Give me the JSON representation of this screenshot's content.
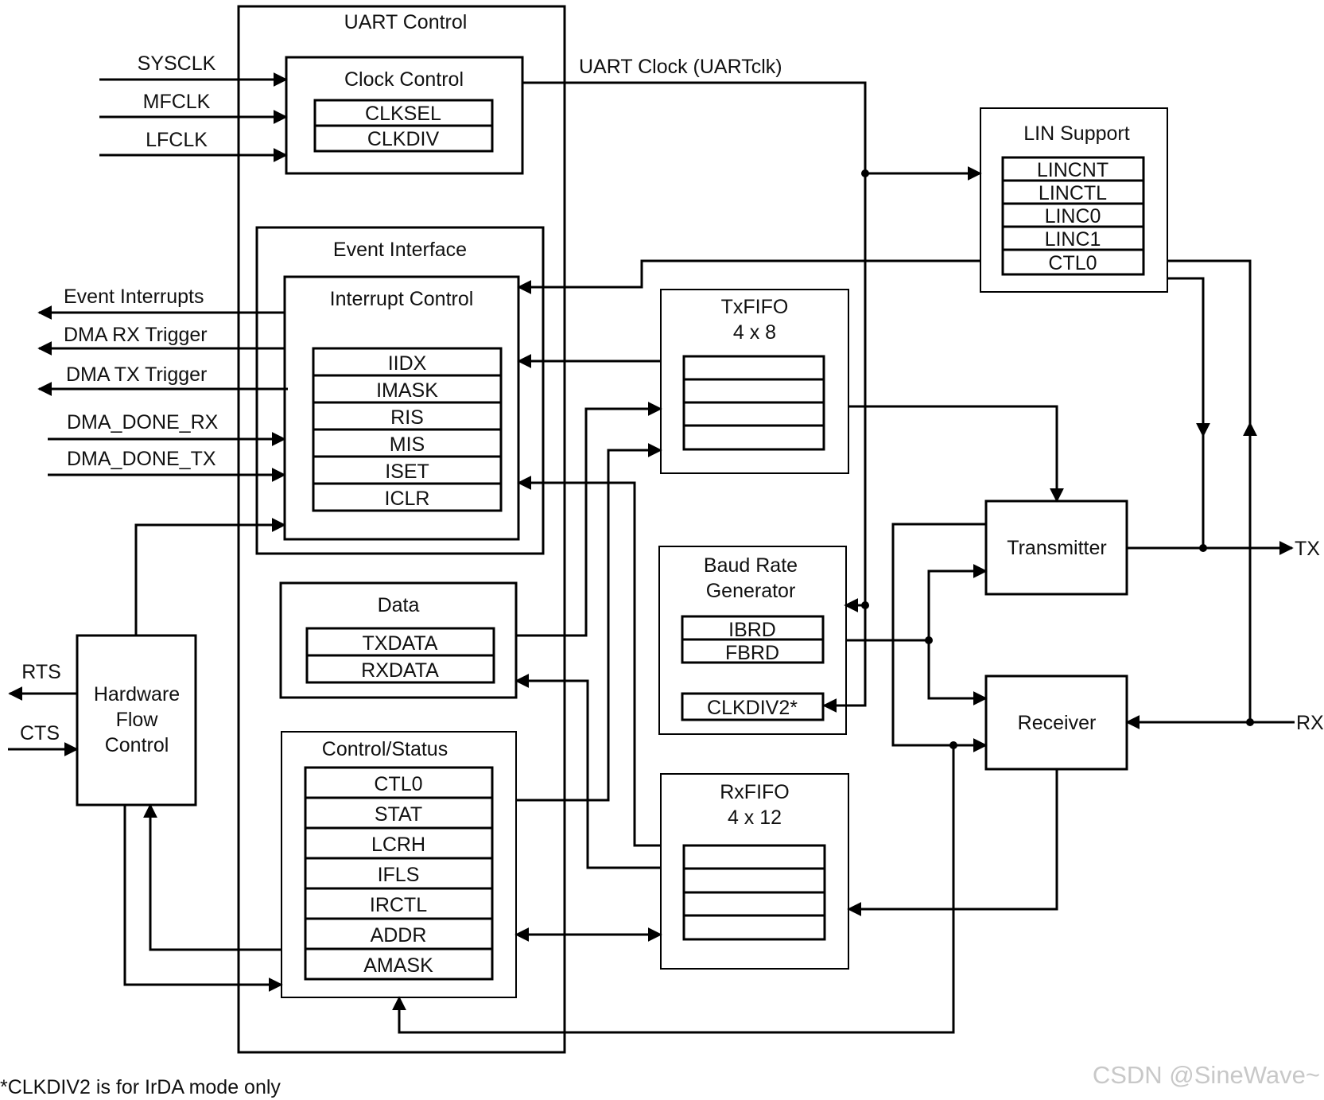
{
  "uart_control": {
    "title": "UART Control",
    "clock_control": {
      "title": "Clock Control",
      "registers": [
        "CLKSEL",
        "CLKDIV"
      ]
    },
    "event_interface": {
      "title": "Event Interface",
      "interrupt_control": {
        "title": "Interrupt Control",
        "registers": [
          "IIDX",
          "IMASK",
          "RIS",
          "MIS",
          "ISET",
          "ICLR"
        ]
      }
    },
    "data": {
      "title": "Data",
      "registers": [
        "TXDATA",
        "RXDATA"
      ]
    },
    "control_status": {
      "title": "Control/Status",
      "registers": [
        "CTL0",
        "STAT",
        "LCRH",
        "IFLS",
        "IRCTL",
        "ADDR",
        "AMASK"
      ]
    }
  },
  "clock_inputs": [
    "SYSCLK",
    "MFCLK",
    "LFCLK"
  ],
  "event_signals": [
    "Event Interrupts",
    "DMA RX Trigger",
    "DMA TX Trigger",
    "DMA_DONE_RX",
    "DMA_DONE_TX"
  ],
  "uart_clock_label": "UART Clock (UARTclk)",
  "lin_support": {
    "title": "LIN Support",
    "registers": [
      "LINCNT",
      "LINCTL",
      "LINC0",
      "LINC1",
      "CTL0"
    ]
  },
  "txfifo": {
    "title": "TxFIFO",
    "size": "4 x 8"
  },
  "rxfifo": {
    "title": "RxFIFO",
    "size": "4 x 12"
  },
  "baud_rate_generator": {
    "title_line1": "Baud Rate",
    "title_line2": "Generator",
    "registers": [
      "IBRD",
      "FBRD"
    ],
    "clkdiv2": "CLKDIV2*"
  },
  "transmitter": "Transmitter",
  "receiver": "Receiver",
  "hardware_flow_control": {
    "line1": "Hardware",
    "line2": "Flow",
    "line3": "Control"
  },
  "pins": {
    "tx": "TX",
    "rx": "RX",
    "rts": "RTS",
    "cts": "CTS"
  },
  "footnote": "*CLKDIV2 is for IrDA mode only",
  "watermark": "CSDN @SineWave~"
}
